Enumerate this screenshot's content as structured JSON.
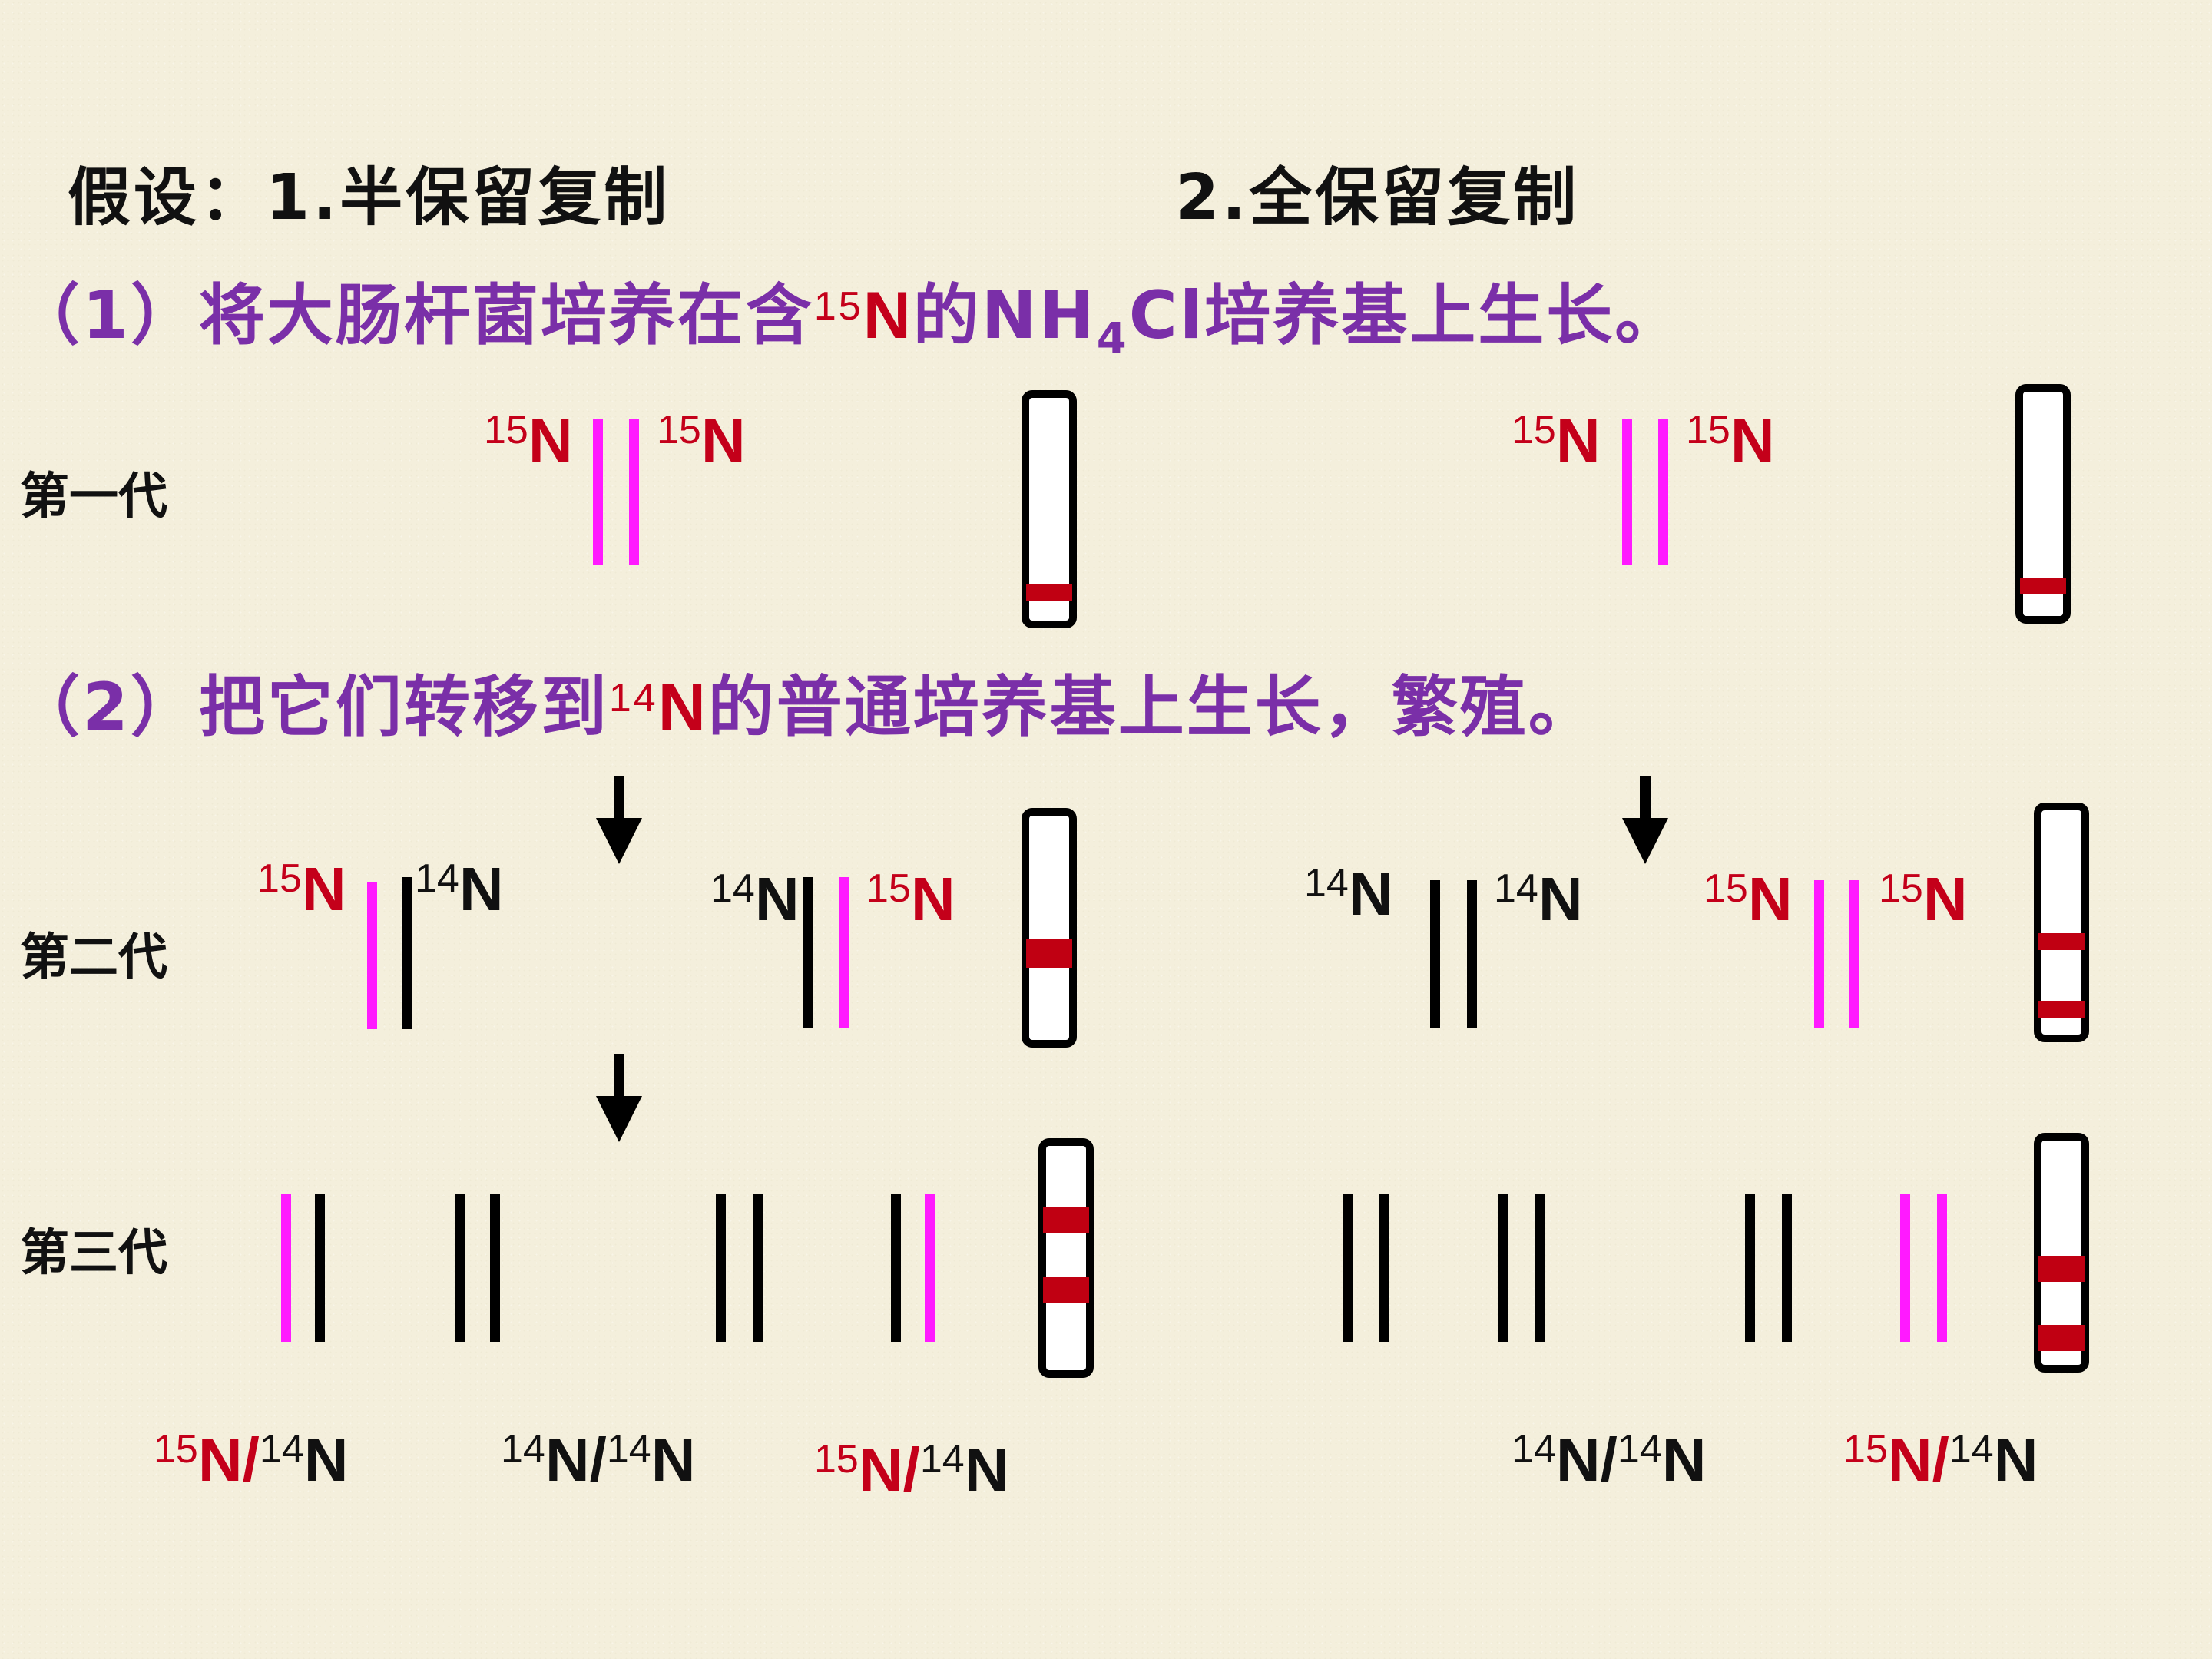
{
  "hypothesis": {
    "prefix": "假设：",
    "h1": "1.半保留复制",
    "h2": "2.全保留复制"
  },
  "step1": {
    "lead": "（1）将大肠杆菌培养在含",
    "iso_mass": "15",
    "iso_el": "N",
    "mid": "的NH",
    "sub4": "4",
    "tail": "Cl培养基上生长。"
  },
  "step2": {
    "lead": "（2）把它们转移到",
    "iso_mass": "14",
    "iso_el": "N",
    "tail": "的普通培养基上生长，繁殖。"
  },
  "generations": {
    "g1": "第一代",
    "g2": "第二代",
    "g3": "第三代"
  },
  "iso": {
    "n15_mass": "15",
    "n14_mass": "14",
    "el": "N",
    "slash": "/"
  },
  "colors": {
    "parent_strand": "#ff1aff",
    "new_strand": "#000000",
    "band": "#c00012",
    "step_text": "#7a2fa8",
    "isotope_15": "#c4001a"
  },
  "icons": [
    "down-arrow-icon"
  ]
}
